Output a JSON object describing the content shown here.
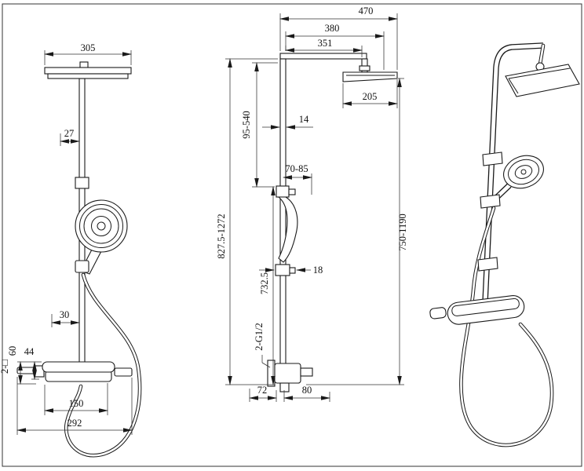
{
  "drawing": {
    "colors": {
      "line": "#1a1a1a",
      "background": "#ffffff"
    },
    "front_view": {
      "dim_305": "305",
      "dim_27": "27",
      "dim_30": "30",
      "dim_44": "44",
      "dim_60": "60",
      "note_2sq": "2-□",
      "dim_150": "150",
      "dim_292": "292"
    },
    "side_view": {
      "dim_470": "470",
      "dim_380": "380",
      "dim_351": "351",
      "dim_205": "205",
      "dim_95_540": "95-540",
      "dim_14": "14",
      "dim_70_85": "70-85",
      "dim_827_1272": "827.5-1272",
      "dim_732": "732.5",
      "dim_18": "18",
      "note_g12": "2-G1/2",
      "dim_750_1190": "750-1190",
      "dim_72": "72",
      "dim_80": "80"
    }
  }
}
